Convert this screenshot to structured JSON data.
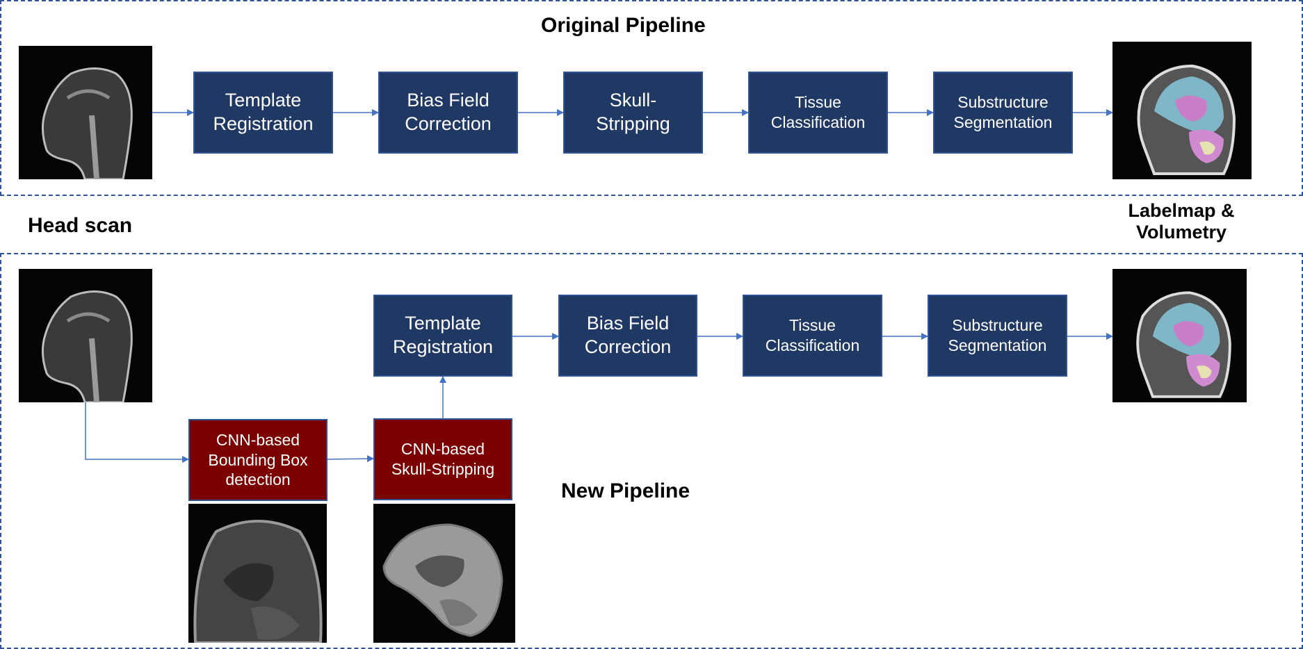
{
  "colors": {
    "frame": "#2f5496",
    "box_blue": "#203864",
    "box_red": "#7b0000",
    "arrow": "#4472c4"
  },
  "original_pipeline": {
    "title": "Original Pipeline",
    "steps": [
      {
        "label": "Template\nRegistration"
      },
      {
        "label": "Bias Field\nCorrection"
      },
      {
        "label": "Skull-\nStripping"
      },
      {
        "label": "Tissue\nClassification"
      },
      {
        "label": "Substructure\nSegmentation"
      }
    ]
  },
  "new_pipeline": {
    "title": "New Pipeline",
    "cnn_steps": [
      {
        "label": "CNN-based\nBounding Box\ndetection"
      },
      {
        "label": "CNN-based\nSkull-Stripping"
      }
    ],
    "steps": [
      {
        "label": "Template\nRegistration"
      },
      {
        "label": "Bias Field\nCorrection"
      },
      {
        "label": "Tissue\nClassification"
      },
      {
        "label": "Substructure\nSegmentation"
      }
    ]
  },
  "labels": {
    "input": "Head scan",
    "output": "Labelmap &\nVolumetry"
  },
  "images": {
    "head_scan": "mri-head-sagittal",
    "labelmap": "mri-labelmap-overlay",
    "bbox_crop": "mri-bounding-box-crop",
    "skull_stripped": "mri-skull-stripped"
  }
}
